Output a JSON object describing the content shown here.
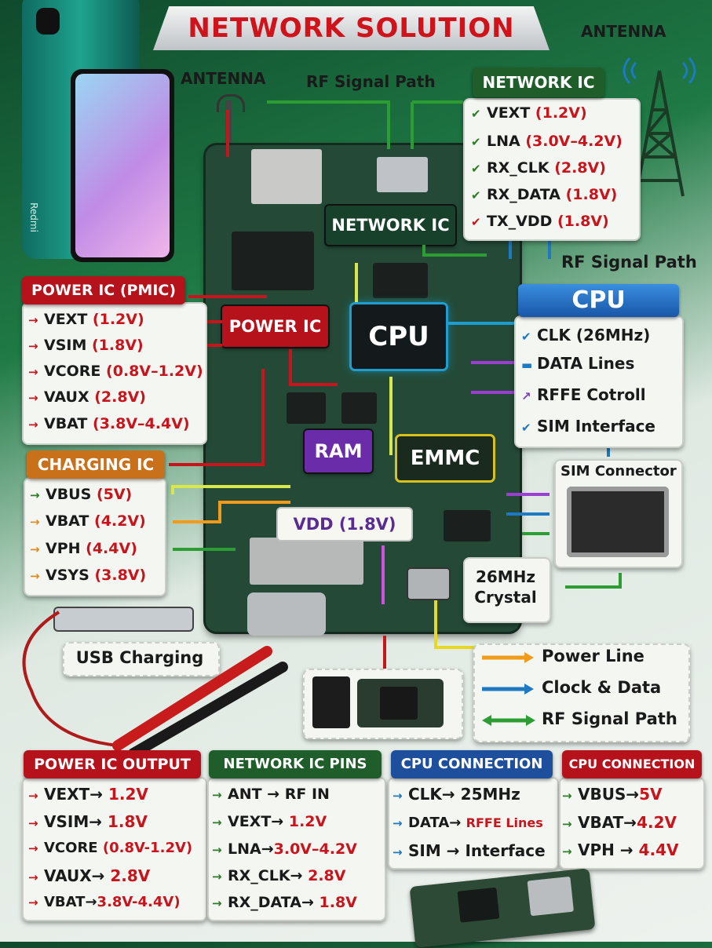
{
  "title": "NETWORK SOLUTION",
  "labels": {
    "antenna_left": "ANTENNA",
    "antenna_right": "ANTENNA",
    "rf_path_top": "RF Signal Path",
    "rf_path_right": "RF Signal Path",
    "phone_brand": "Redmi",
    "usb_charging": "USB Charging",
    "sim_connector": "SIM Connector",
    "crystal": "26MHz Crystal",
    "vdd": "VDD (1.8V)"
  },
  "chips": {
    "network_ic": "NETWORK IC",
    "power_ic": "POWER IC",
    "cpu": "CPU",
    "ram": "RAM",
    "emmc": "EMMC"
  },
  "network_ic_box": {
    "title": "NETWORK IC",
    "rows": [
      {
        "name": "VEXT",
        "value": "(1.2V)",
        "icon": "check-icon"
      },
      {
        "name": "LNA",
        "value": "(3.0V–4.2V)",
        "icon": "check-icon"
      },
      {
        "name": "RX_CLK",
        "value": "(2.8V)",
        "icon": "check-icon"
      },
      {
        "name": "RX_DATA",
        "value": "(1.8V)",
        "icon": "check-icon"
      },
      {
        "name": "TX_VDD",
        "value": "(1.8V)",
        "icon": "check-red-icon"
      }
    ]
  },
  "power_ic_box": {
    "title": "POWER IC (PMIC)",
    "rows": [
      {
        "name": "VEXT",
        "value": "(1.2V)"
      },
      {
        "name": "VSIM",
        "value": "(1.8V)"
      },
      {
        "name": "VCORE",
        "value": "(0.8V–1.2V)"
      },
      {
        "name": "VAUX",
        "value": "(2.8V)"
      },
      {
        "name": "VBAT",
        "value": "(3.8V–4.4V)"
      }
    ]
  },
  "charging_ic_box": {
    "title": "CHARGING IC",
    "rows": [
      {
        "name": "VBUS",
        "value": "(5V)"
      },
      {
        "name": "VBAT",
        "value": "(4.2V)"
      },
      {
        "name": "VPH",
        "value": "(4.4V)"
      },
      {
        "name": "VSYS",
        "value": "(3.8V)"
      }
    ]
  },
  "cpu_box": {
    "title": "CPU",
    "rows": [
      {
        "label": "CLK (26MHz)",
        "icon": "check-icon"
      },
      {
        "label": "DATA Lines",
        "icon": "dash-icon"
      },
      {
        "label": "RFFE Cotroll",
        "icon": "curve-arrow-icon"
      },
      {
        "label": "SIM Interface",
        "icon": "check-icon"
      }
    ]
  },
  "legend": {
    "items": [
      {
        "label": "Power Line",
        "color": "#f29a1a"
      },
      {
        "label": "Clock & Data",
        "color": "#1e78c2"
      },
      {
        "label": "RF Signal Path",
        "color": "#2c9d33"
      }
    ]
  },
  "bottom_panels": [
    {
      "title": "POWER IC OUTPUT",
      "color": "#b5121b",
      "rows": [
        {
          "name": "VEXT→",
          "value": "1.2V"
        },
        {
          "name": "VSIM→",
          "value": "1.8V"
        },
        {
          "name": "VCORE",
          "value": "(0.8V-1.2V)"
        },
        {
          "name": "VAUX→",
          "value": "2.8V"
        },
        {
          "name": "VBAT→",
          "value": "3.8V-4.4V)"
        }
      ]
    },
    {
      "title": "NETWORK IC PINS",
      "color": "#1f5e2a",
      "rows": [
        {
          "name": "ANT → RF IN",
          "value": ""
        },
        {
          "name": "VEXT→",
          "value": "1.2V"
        },
        {
          "name": "LNA→",
          "value": "3.0V–4.2V"
        },
        {
          "name": "RX_CLK→",
          "value": "2.8V"
        },
        {
          "name": "RX_DATA→",
          "value": "1.8V"
        }
      ]
    },
    {
      "title": "CPU CONNECTION",
      "color": "#1d4f9c",
      "rows": [
        {
          "name": "CLK→",
          "value": "25MHz"
        },
        {
          "name": "DATA→",
          "value": "RFFE Lines"
        },
        {
          "name": "SIM →",
          "value": "Interface"
        }
      ]
    },
    {
      "title": "CPU CONNECTION",
      "color": "#b5121b",
      "rows": [
        {
          "name": "VBUS→",
          "value": "5V"
        },
        {
          "name": "VBAT→",
          "value": "4.2V"
        },
        {
          "name": "VPH →",
          "value": "4.4V"
        }
      ]
    }
  ]
}
